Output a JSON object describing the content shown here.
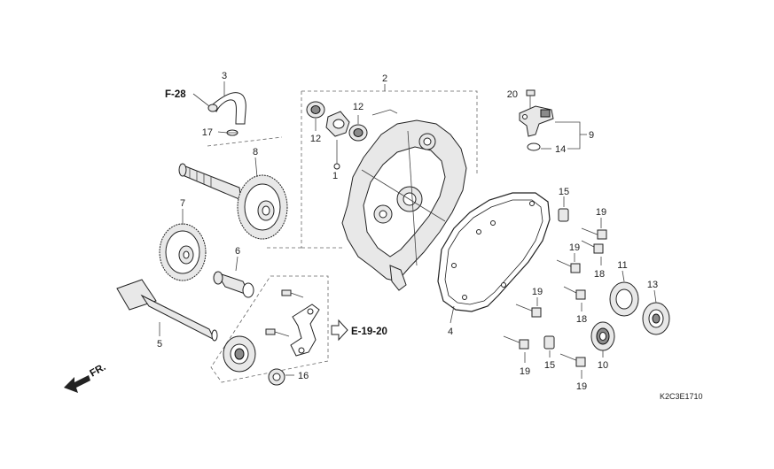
{
  "diagram": {
    "code": "K2C3E1710",
    "refs": {
      "f28": "F-28",
      "e1920": "E-19-20",
      "fr": "FR."
    },
    "part_numbers": {
      "p1": "1",
      "p2": "2",
      "p3": "3",
      "p4": "4",
      "p5": "5",
      "p6": "6",
      "p7": "7",
      "p8": "8",
      "p9": "9",
      "p10": "10",
      "p11": "11",
      "p12a": "12",
      "p12b": "12",
      "p13": "13",
      "p14": "14",
      "p15a": "15",
      "p15b": "15",
      "p16": "16",
      "p17": "17",
      "p18a": "18",
      "p18b": "18",
      "p19a": "19",
      "p19b": "19",
      "p19c": "19",
      "p19d": "19",
      "p19e": "19",
      "p20": "20"
    }
  }
}
